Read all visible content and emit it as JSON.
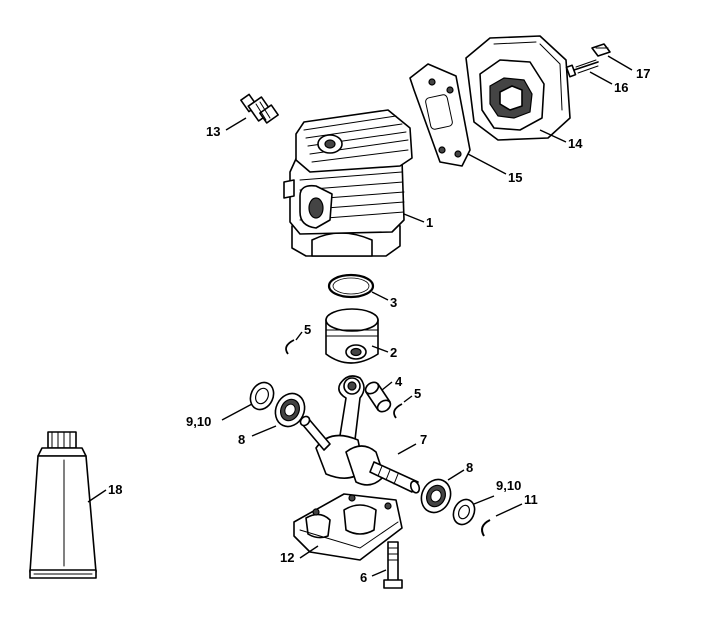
{
  "parts": [
    {
      "id": "cylinder",
      "label": "1"
    },
    {
      "id": "piston",
      "label": "2"
    },
    {
      "id": "piston-ring",
      "label": "3"
    },
    {
      "id": "piston-pin",
      "label": "4"
    },
    {
      "id": "snap-ring-left",
      "label": "5"
    },
    {
      "id": "snap-ring-right",
      "label": "5"
    },
    {
      "id": "screw",
      "label": "6"
    },
    {
      "id": "crankshaft",
      "label": "7"
    },
    {
      "id": "ball-bearing-left",
      "label": "8"
    },
    {
      "id": "ball-bearing-right",
      "label": "8"
    },
    {
      "id": "oil-seal-left",
      "label": "9,10"
    },
    {
      "id": "oil-seal-right",
      "label": "9,10"
    },
    {
      "id": "circlip",
      "label": "11"
    },
    {
      "id": "crankcase-half",
      "label": "12"
    },
    {
      "id": "decompression-valve",
      "label": "13"
    },
    {
      "id": "muffler",
      "label": "14"
    },
    {
      "id": "gasket",
      "label": "15"
    },
    {
      "id": "muffler-screw",
      "label": "16"
    },
    {
      "id": "spacer-sleeve",
      "label": "17"
    },
    {
      "id": "sealant-tube",
      "label": "18"
    }
  ]
}
